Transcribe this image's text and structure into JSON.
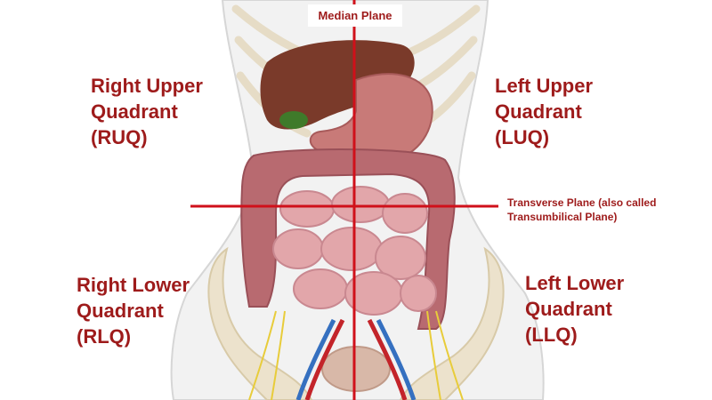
{
  "diagram": {
    "median_plane_label": "Median Plane",
    "transverse_plane_label": {
      "line1": "Transverse Plane (also called",
      "line2": "Transumbilical Plane)"
    },
    "quadrants": {
      "ruq": {
        "line1": "Right Upper",
        "line2": "Quadrant",
        "line3": "(RUQ)"
      },
      "luq": {
        "line1": "Left Upper",
        "line2": "Quadrant",
        "line3": "(LUQ)"
      },
      "rlq": {
        "line1": "Right Lower",
        "line2": "Quadrant",
        "line3": "(RLQ)"
      },
      "llq": {
        "line1": "Left Lower",
        "line2": "Quadrant",
        "line3": "(LLQ)"
      }
    },
    "colors": {
      "label_red": "#9e1b1b",
      "plane_line": "#d0101a",
      "liver": "#7a3a2a",
      "stomach": "#c87a78",
      "gallbladder": "#3f7a2a",
      "large_intestine": "#b86a70",
      "small_intestine": "#e2a6aa",
      "body": "#f2f2f2",
      "bone": "#ece2cc"
    }
  }
}
